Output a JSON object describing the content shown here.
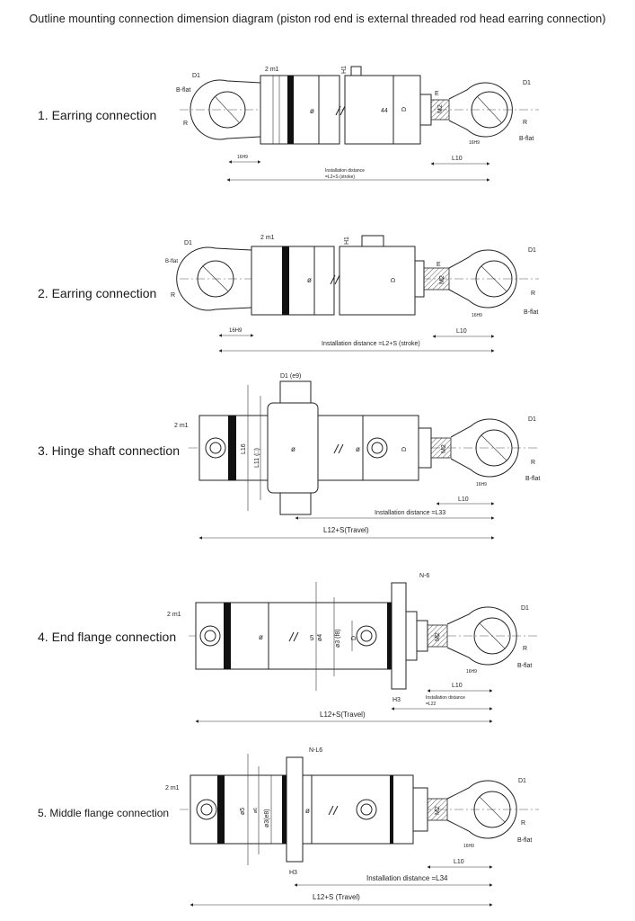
{
  "title": "Outline mounting connection dimension diagram (piston rod end is external threaded rod head earring connection)",
  "sections": [
    {
      "label": "1. Earring connection"
    },
    {
      "label": "2. Earring connection"
    },
    {
      "label": "3. Hinge shaft connection"
    },
    {
      "label": "4. End flange connection"
    },
    {
      "label": "5. Middle flange connection"
    }
  ],
  "dims": {
    "d1": "D1",
    "bflat": "B-flat",
    "r": "R",
    "m1": "2 m1",
    "h1": "H1",
    "d": "D",
    "e": "E",
    "m2": "M2",
    "l10": "L10",
    "w16": "16H9",
    "n44": "44",
    "phi": "ø",
    "inst1": "Installation distance",
    "inst1b": "=L2+S (stroke)",
    "inst2": "Installation distance =L2+S (stroke)",
    "d1e9": "D1 (e9)",
    "l16": "L16",
    "l11": "L11 (□)",
    "inst3": "Installation distance =L33",
    "l12a": "L12+S(Travel)",
    "n6": "N-6",
    "d4": "ø4",
    "d3f8": "ø3 (f8)",
    "five": "5",
    "h3": "H3",
    "inst4": "Installation distance",
    "inst4b": "=L22",
    "l12b": "L12+S(Travel)",
    "nl6": "N-L6",
    "d5": "ø5",
    "d6": "ø6",
    "d3e8": "ø3(e8)",
    "inst5": "Installation distance =L34",
    "l12c": "L12+S (Travel)"
  }
}
